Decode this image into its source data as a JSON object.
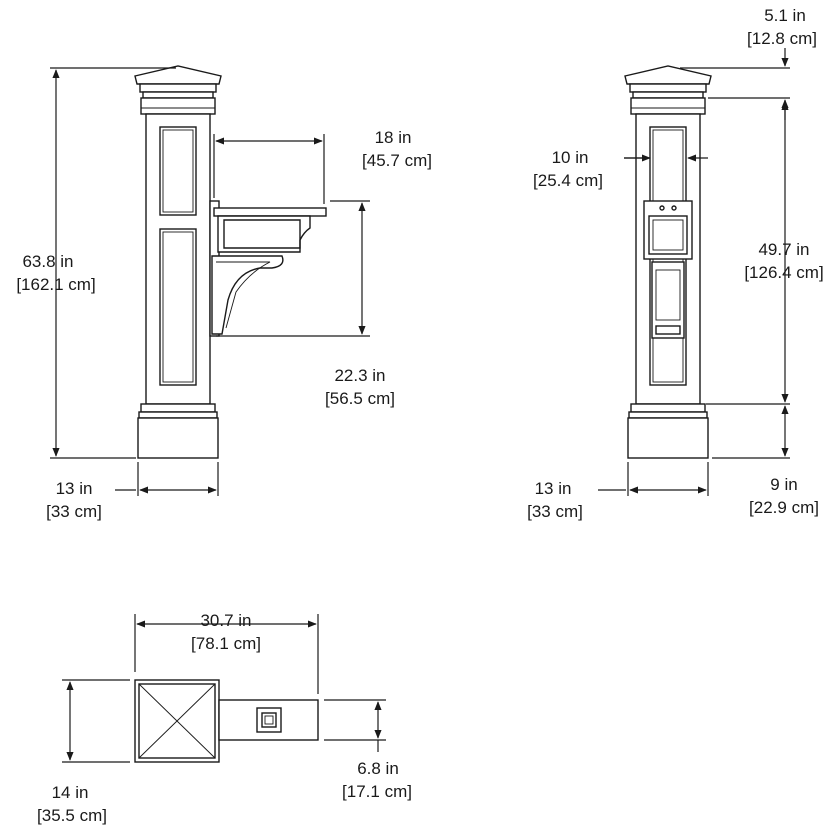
{
  "diagram": {
    "front_view": {
      "height": {
        "imperial": "63.8 in",
        "metric": "[162.1 cm]"
      },
      "base_width": {
        "imperial": "13 in",
        "metric": "[33 cm]"
      },
      "shelf_depth": {
        "imperial": "18 in",
        "metric": "[45.7 cm]"
      },
      "shelf_height": {
        "imperial": "22.3 in",
        "metric": "[56.5 cm]"
      }
    },
    "side_view": {
      "cap_height": {
        "imperial": "5.1 in",
        "metric": "[12.8 cm]"
      },
      "opening_width": {
        "imperial": "10 in",
        "metric": "[25.4 cm]"
      },
      "column_height": {
        "imperial": "49.7 in",
        "metric": "[126.4 cm]"
      },
      "base_width": {
        "imperial": "13 in",
        "metric": "[33 cm]"
      },
      "base_height": {
        "imperial": "9 in",
        "metric": "[22.9 cm]"
      }
    },
    "top_view": {
      "overall_length": {
        "imperial": "30.7 in",
        "metric": "[78.1 cm]"
      },
      "post_depth": {
        "imperial": "14 in",
        "metric": "[35.5 cm]"
      },
      "shelf_width": {
        "imperial": "6.8 in",
        "metric": "[17.1 cm]"
      }
    }
  }
}
